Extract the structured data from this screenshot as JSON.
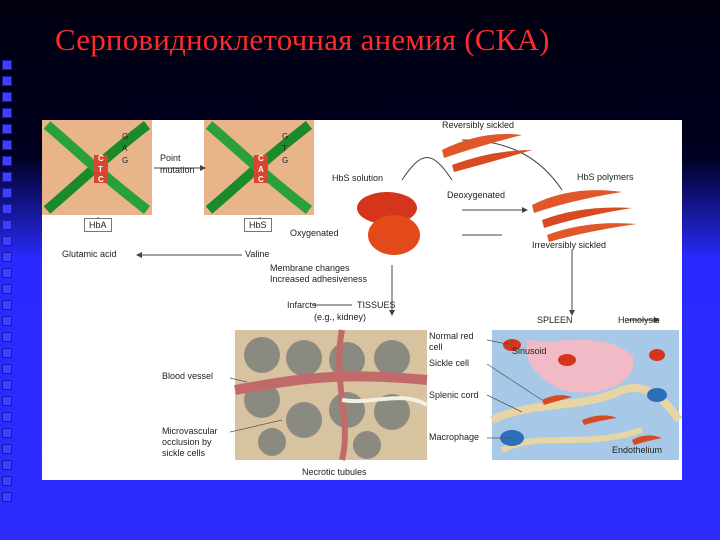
{
  "slide": {
    "title": "Серповидноклеточная анемия (СКА)"
  },
  "dna_left": {
    "top_bases": [
      "C",
      "T",
      "C"
    ],
    "bottom_bases": [
      "G",
      "A",
      "G"
    ],
    "gene_label": "HbA",
    "aa_label": "Glutamic acid"
  },
  "dna_right": {
    "top_bases": [
      "C",
      "A",
      "C"
    ],
    "bottom_bases": [
      "G",
      "T",
      "G"
    ],
    "gene_label": "HbS",
    "aa_label": "Valine"
  },
  "labels": {
    "point_mutation": "Point\nmutation",
    "reversibly_sickled": "Reversibly sickled",
    "hbs_solution": "HbS solution",
    "hbs_polymers": "HbS polymers",
    "deoxygenated": "Deoxygenated",
    "oxygenated": "Oxygenated",
    "irreversibly_sickled": "Irreversibly sickled",
    "membrane_changes": "Membrane changes\nIncreased adhesiveness",
    "infarcts": "Infarcts",
    "tissues": "TISSUES",
    "tissues_example": "(e.g., kidney)",
    "spleen": "SPLEEN",
    "hemolysis": "Hemolysis",
    "blood_vessel": "Blood vessel",
    "microvascular": "Microvascular\nocclusion by\nsickle cells",
    "necrotic_tubules": "Necrotic tubules",
    "normal_red_cell": "Normal red\ncell",
    "sickle_cell": "Sickle cell",
    "splenic_cord": "Splenic cord",
    "macrophage": "Macrophage",
    "sinusoid": "Sinusoid",
    "endothelium": "Endothelium"
  }
}
